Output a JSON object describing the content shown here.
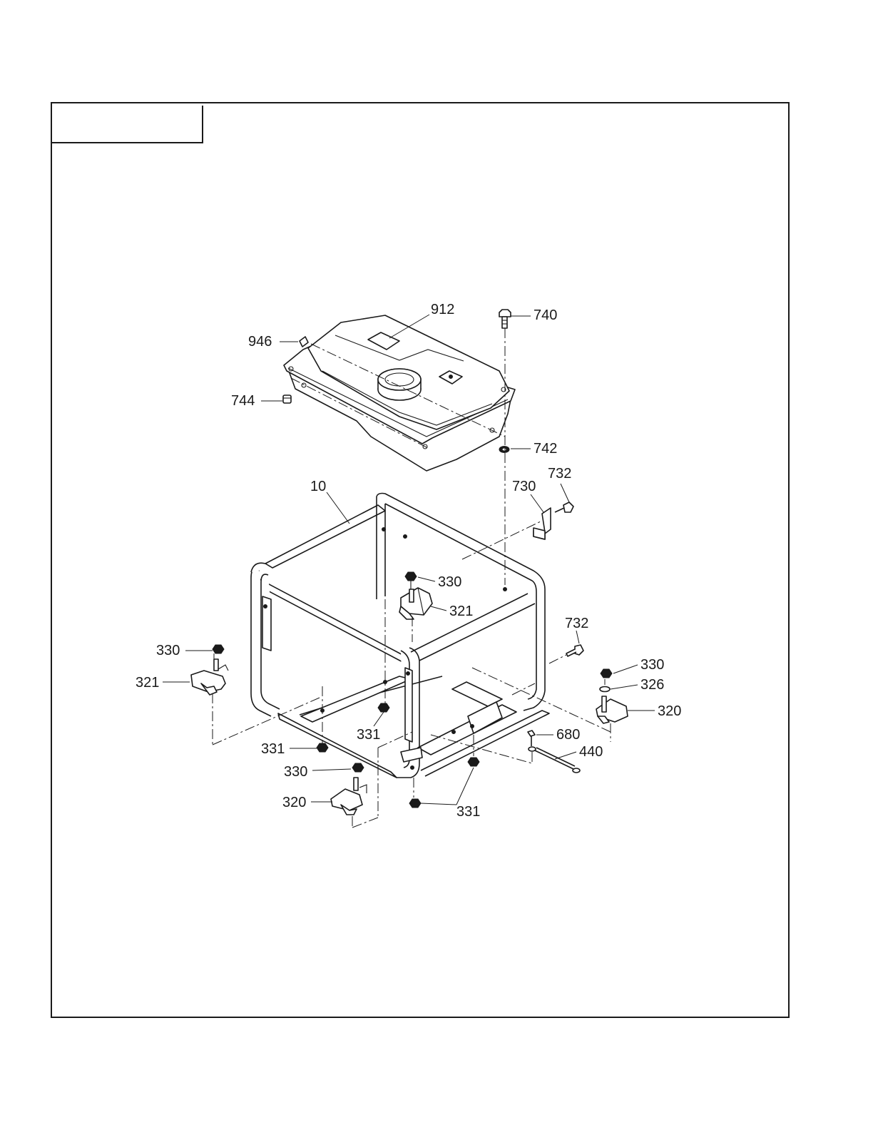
{
  "title_box_text": "",
  "callouts": [
    {
      "id": "c912",
      "text": "912"
    },
    {
      "id": "c740",
      "text": "740"
    },
    {
      "id": "c946",
      "text": "946"
    },
    {
      "id": "c744",
      "text": "744"
    },
    {
      "id": "c742",
      "text": "742"
    },
    {
      "id": "c732a",
      "text": "732"
    },
    {
      "id": "c730",
      "text": "730"
    },
    {
      "id": "c10",
      "text": "10"
    },
    {
      "id": "c330a",
      "text": "330"
    },
    {
      "id": "c321a",
      "text": "321"
    },
    {
      "id": "c732b",
      "text": "732"
    },
    {
      "id": "c330b",
      "text": "330"
    },
    {
      "id": "c321b",
      "text": "321"
    },
    {
      "id": "c330c",
      "text": "330"
    },
    {
      "id": "c326",
      "text": "326"
    },
    {
      "id": "c320a",
      "text": "320"
    },
    {
      "id": "c331a",
      "text": "331"
    },
    {
      "id": "c680",
      "text": "680"
    },
    {
      "id": "c331b",
      "text": "331"
    },
    {
      "id": "c440",
      "text": "440"
    },
    {
      "id": "c330d",
      "text": "330"
    },
    {
      "id": "c320b",
      "text": "320"
    },
    {
      "id": "c331c",
      "text": "331"
    }
  ]
}
